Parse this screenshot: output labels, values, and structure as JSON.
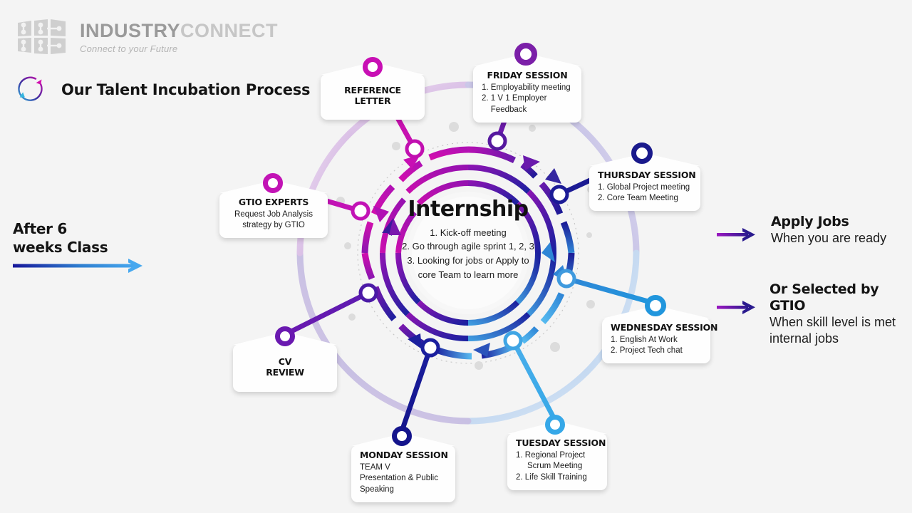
{
  "brand": {
    "logo_icon": "industryconnect-grid-logo",
    "name_part1": "INDUSTRY",
    "name_part2": "CONNECT",
    "tagline": "Connect to your Future"
  },
  "header": {
    "cycle_icon": "circular-arrow-icon",
    "title": "Our Talent Incubation Process"
  },
  "center": {
    "title": "Internship",
    "items": [
      "1. Kick-off meeting",
      "2. Go through agile sprint 1, 2, 3",
      "3. Looking for jobs or Apply to",
      "core Team to learn more"
    ]
  },
  "left_note": {
    "line1": "After 6",
    "line2": "weeks Class",
    "arrow_icon": "right-arrow-gradient-icon"
  },
  "right_notes": [
    {
      "arrow_icon": "right-arrow-purple-icon",
      "head": "Apply Jobs",
      "sub": "When you are ready"
    },
    {
      "arrow_icon": "right-arrow-purple-icon",
      "head": "Or Selected by GTIO",
      "sub_line1": "When skill level is met",
      "sub_line2": "internal jobs"
    }
  ],
  "cards": [
    {
      "id": "friday-session",
      "title": "FRIDAY SESSION",
      "lines": [
        "1. Employability meeting",
        "2. 1 V 1 Employer",
        "    Feedback"
      ],
      "marker_color": "#7b1fa8"
    },
    {
      "id": "thursday-session",
      "title": "THURSDAY SESSION",
      "lines": [
        "1. Global Project meeting",
        "2. Core Team Meeting"
      ],
      "marker_color": "#1a1a8c"
    },
    {
      "id": "wednesday-session",
      "title": "WEDNESDAY SESSION",
      "lines": [
        "1. English At Work",
        "2. Project Tech chat"
      ],
      "marker_color": "#2196dd"
    },
    {
      "id": "tuesday-session",
      "title": "TUESDAY SESSION",
      "lines": [
        "1. Regional Project",
        "     Scrum Meeting",
        "2. Life Skill Training"
      ],
      "marker_color": "#36a8e8"
    },
    {
      "id": "monday-session",
      "title": "MONDAY SESSION",
      "lines": [
        "TEAM V",
        "Presentation & Public",
        "Speaking"
      ],
      "marker_color": "#14148c"
    },
    {
      "id": "cv-review",
      "title": "CV",
      "title2": "REVIEW",
      "lines": [],
      "marker_color": "#6a19b0"
    },
    {
      "id": "gtio-experts",
      "title": "GTIO EXPERTS",
      "lines": [
        "Request Job Analysis",
        "strategy by GTIO"
      ],
      "marker_color": "#c213b5"
    },
    {
      "id": "reference-letter",
      "title": "REFERENCE",
      "title2": "LETTER",
      "lines": [],
      "marker_color": "#c80fb4"
    }
  ],
  "colors": {
    "background": "#f4f4f4",
    "magenta": "#d10fae",
    "purple": "#7b1fa8",
    "deep_blue": "#161694",
    "blue": "#1f7fd4",
    "light_blue": "#5fbdef",
    "outer_ring_light": "#dfc4e8"
  }
}
